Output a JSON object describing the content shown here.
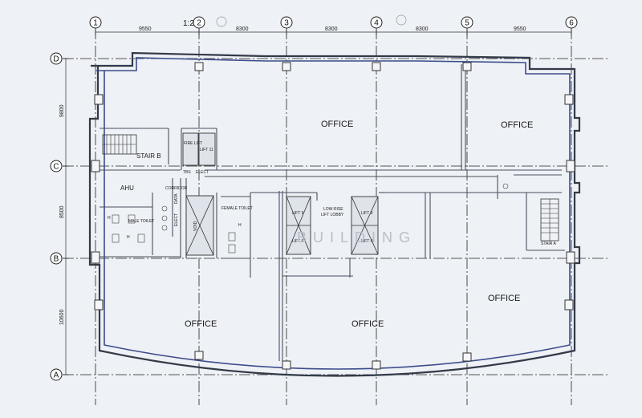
{
  "header_note": "1:200",
  "grid": {
    "columns": [
      "1",
      "2",
      "3",
      "4",
      "5",
      "6"
    ],
    "rows": [
      "D",
      "C",
      "B",
      "A"
    ],
    "column_dims": [
      "9550",
      "8300",
      "8300",
      "8300",
      "9550"
    ],
    "row_dims": [
      "9800",
      "8500",
      "10600"
    ]
  },
  "rooms": {
    "office_top_center": "OFFICE",
    "office_top_right": "OFFICE",
    "office_bottom_left": "OFFICE",
    "office_bottom_center": "OFFICE",
    "office_bottom_right": "OFFICE",
    "stair_b": "STAIR B",
    "stair_a": "STAIR A",
    "ahu": "AHU",
    "lift_11": "LIFT 11",
    "fire_lift": "FIRE LIFT",
    "lift_5": "LIFT 5",
    "lift_6": "LIFT 6",
    "lift_3": "LIFT 3",
    "lift_4": "LIFT 4",
    "low_rise_lobby_1": "LOW-RISE",
    "low_rise_lobby_2": "LIFT LOBBY",
    "void": "VOID",
    "female_toilet": "FEMALE TOILET",
    "male_toilet": "MALE TOILET",
    "corridor": "CORRIDOR",
    "elect_1": "ELECT",
    "elect_2": "ELECT",
    "tbs": "TBS",
    "data": "DATA",
    "h_left": "H",
    "h_mid": "H",
    "h_right": "H"
  },
  "watermark": "BUILDING"
}
